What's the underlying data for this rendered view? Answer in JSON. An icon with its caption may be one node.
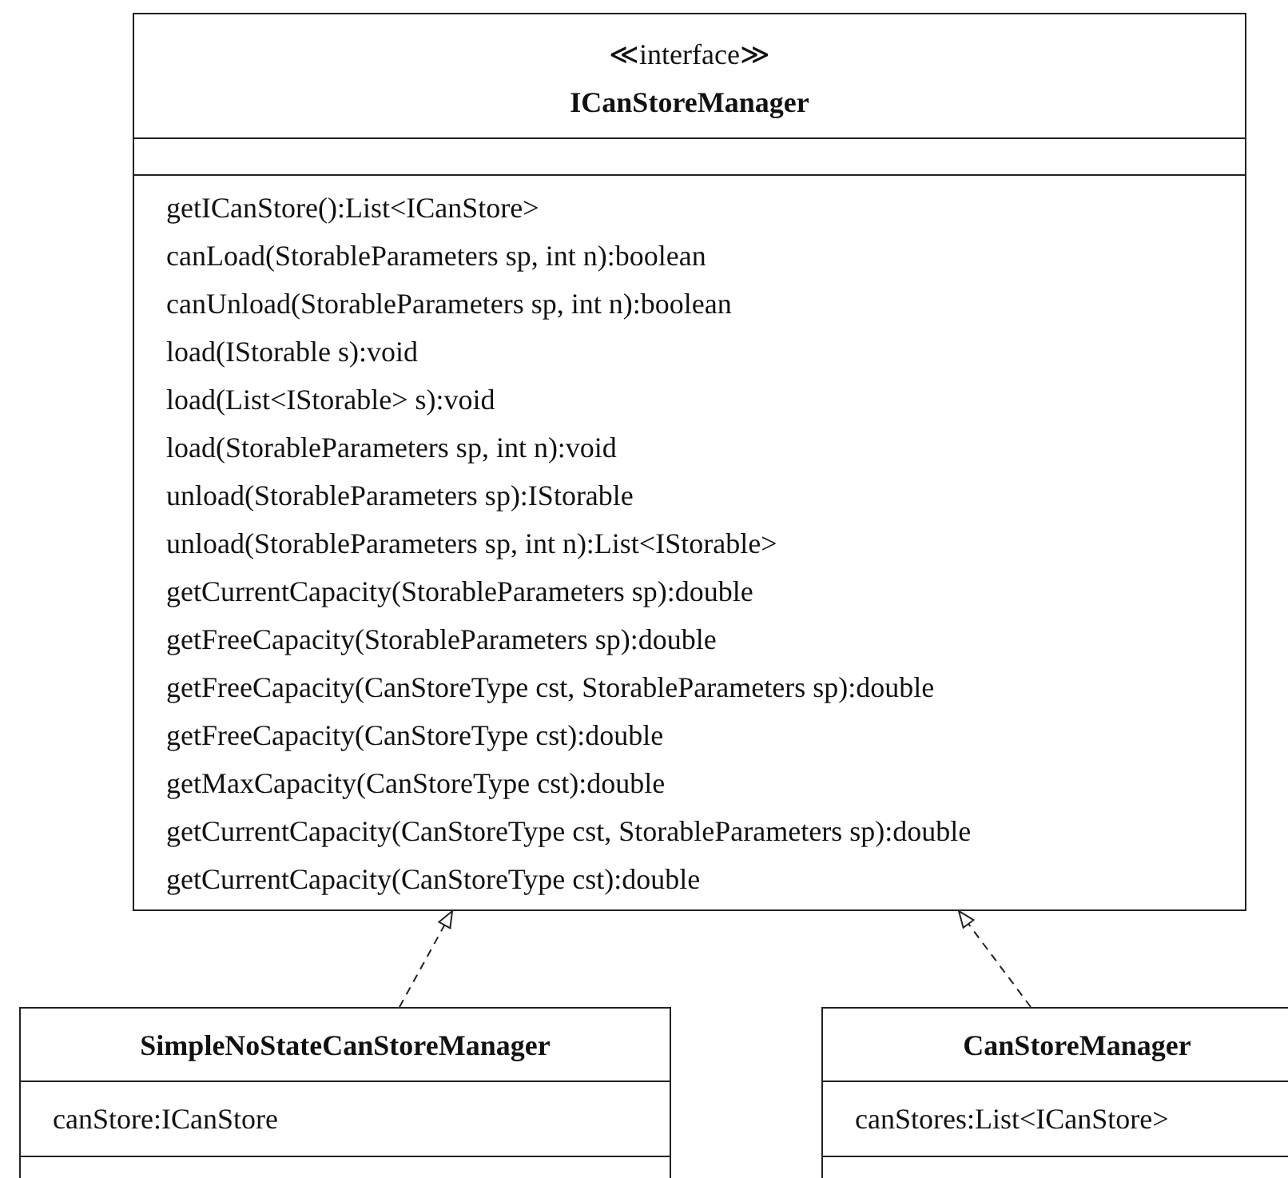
{
  "diagram": {
    "nodes": [
      {
        "text": [
          "≪interface≫",
          "ICanStoreManager",
          "getICanStore():List<ICanStore>",
          "canLoad(StorableParameters sp, int n):boolean",
          "canUnload(StorableParameters sp, int n):boolean",
          "load(IStorable s):void",
          "load(List<IStorable> s):void",
          "load(StorableParameters sp, int n):void",
          "unload(StorableParameters sp):IStorable",
          "unload(StorableParameters sp, int n):List<IStorable>",
          "getCurrentCapacity(StorableParameters sp):double",
          "getFreeCapacity(StorableParameters sp):double",
          "getFreeCapacity(CanStoreType cst, StorableParameters sp):double",
          "getFreeCapacity(CanStoreType cst):double",
          "getMaxCapacity(CanStoreType cst):double",
          "getCurrentCapacity(CanStoreType cst, StorableParameters sp):double",
          "getCurrentCapacity(CanStoreType cst):double"
        ]
      },
      {
        "text": [
          "SimpleNoStateCanStoreManager",
          "canStore:ICanStore"
        ]
      },
      {
        "text": [
          "CanStoreManager",
          "canStores:List<ICanStore>"
        ]
      }
    ],
    "edges": [
      {
        "from": 1,
        "to": 0,
        "arrow": "to",
        "style": "dashed"
      },
      {
        "from": 2,
        "to": 0,
        "arrow": "to",
        "style": "dashed"
      }
    ]
  }
}
